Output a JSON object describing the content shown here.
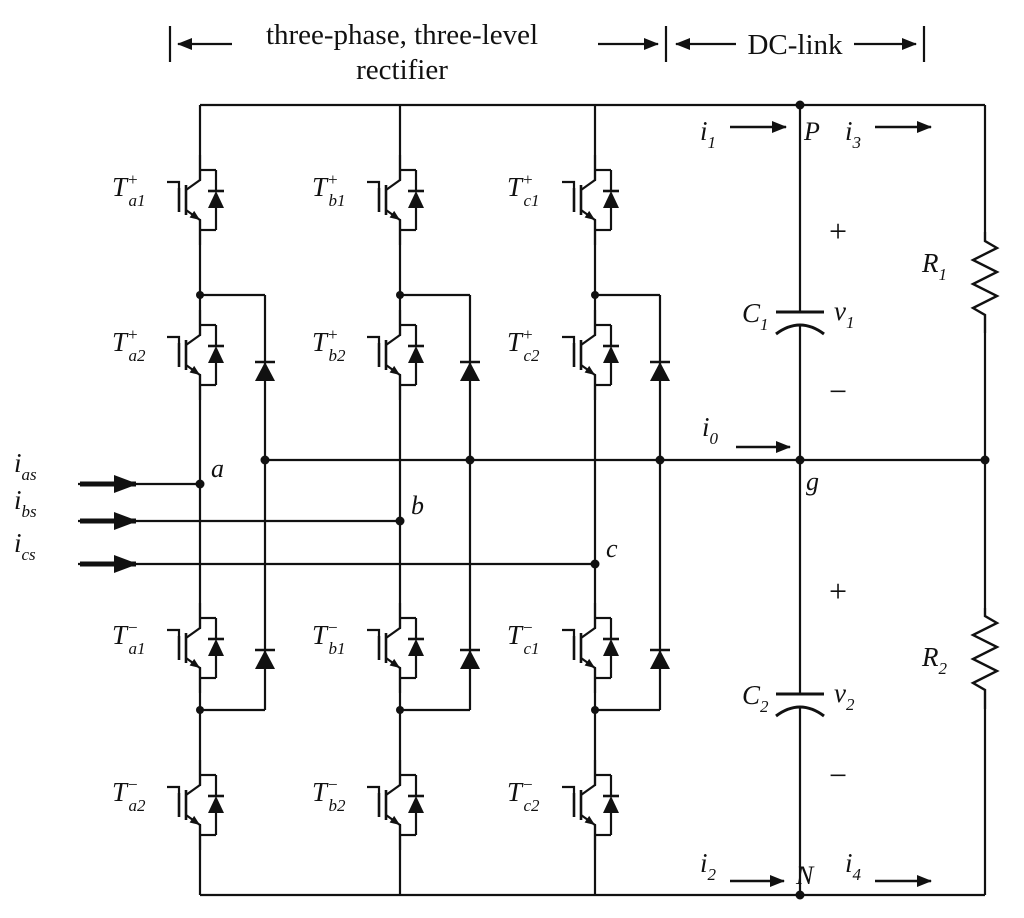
{
  "header": {
    "rectifier_line1": "three-phase, three-level",
    "rectifier_line2": "rectifier",
    "dclink": "DC-link"
  },
  "switches": [
    {
      "base": "T",
      "sub": "a1",
      "sup": "+"
    },
    {
      "base": "T",
      "sub": "b1",
      "sup": "+"
    },
    {
      "base": "T",
      "sub": "c1",
      "sup": "+"
    },
    {
      "base": "T",
      "sub": "a2",
      "sup": "+"
    },
    {
      "base": "T",
      "sub": "b2",
      "sup": "+"
    },
    {
      "base": "T",
      "sub": "c2",
      "sup": "+"
    },
    {
      "base": "T",
      "sub": "a1",
      "sup": "−"
    },
    {
      "base": "T",
      "sub": "b1",
      "sup": "−"
    },
    {
      "base": "T",
      "sub": "c1",
      "sup": "−"
    },
    {
      "base": "T",
      "sub": "a2",
      "sup": "−"
    },
    {
      "base": "T",
      "sub": "b2",
      "sup": "−"
    },
    {
      "base": "T",
      "sub": "c2",
      "sup": "−"
    }
  ],
  "phase_inputs": [
    {
      "base": "i",
      "sub": "as"
    },
    {
      "base": "i",
      "sub": "bs"
    },
    {
      "base": "i",
      "sub": "cs"
    }
  ],
  "nodes": {
    "a": "a",
    "b": "b",
    "c": "c",
    "P": "P",
    "N": "N",
    "g": "g"
  },
  "currents": {
    "i1": {
      "base": "i",
      "sub": "1"
    },
    "i3": {
      "base": "i",
      "sub": "3"
    },
    "i0": {
      "base": "i",
      "sub": "0"
    },
    "i2": {
      "base": "i",
      "sub": "2"
    },
    "i4": {
      "base": "i",
      "sub": "4"
    }
  },
  "components": {
    "C1": {
      "base": "C",
      "sub": "1"
    },
    "C2": {
      "base": "C",
      "sub": "2"
    },
    "R1": {
      "base": "R",
      "sub": "1"
    },
    "R2": {
      "base": "R",
      "sub": "2"
    },
    "v1": {
      "base": "v",
      "sub": "1"
    },
    "v2": {
      "base": "v",
      "sub": "2"
    }
  },
  "polarity": {
    "plus": "+",
    "minus": "−"
  },
  "colors": {
    "line": "#111111",
    "background": "#ffffff"
  }
}
